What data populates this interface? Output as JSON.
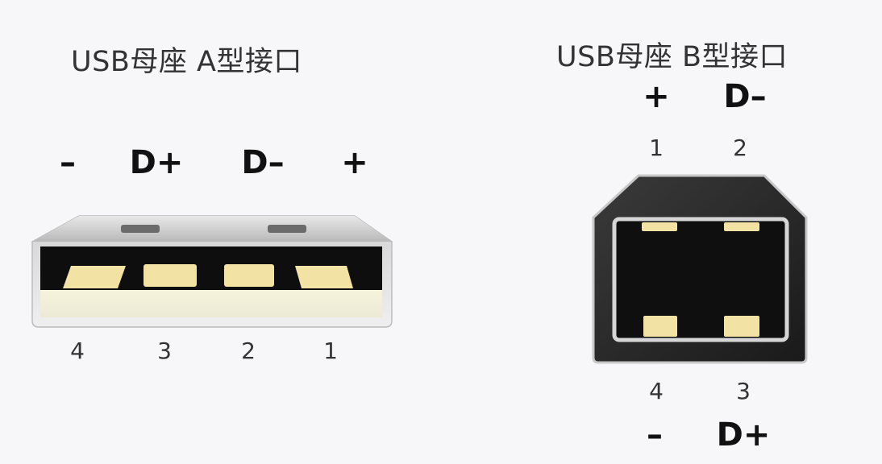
{
  "connector_a": {
    "title": "USB母座 A型接口",
    "signals": [
      "–",
      "D+",
      "D–",
      "+"
    ],
    "pin_numbers": [
      "4",
      "3",
      "2",
      "1"
    ]
  },
  "connector_b": {
    "title": "USB母座 B型接口",
    "top_signals": [
      "+",
      "D–"
    ],
    "top_pin_numbers": [
      "1",
      "2"
    ],
    "bottom_pin_numbers": [
      "4",
      "3"
    ],
    "bottom_signals": [
      "–",
      "D+"
    ]
  },
  "colors": {
    "background": "#f7f7f9",
    "pin_contact": "#f2e2a4",
    "socket_interior": "#0e0e0e",
    "shell": "#d8d8d8"
  }
}
